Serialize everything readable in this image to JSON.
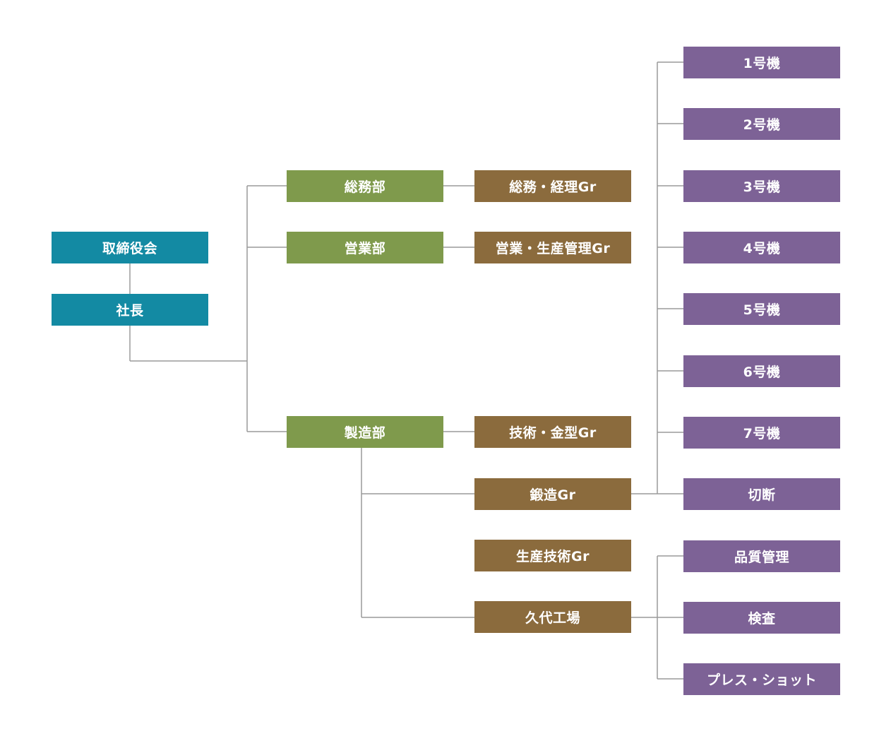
{
  "colors": {
    "executive": "#138aa3",
    "department": "#7f9a4c",
    "group": "#8b6b3d",
    "unit": "#7d6296",
    "connector": "#9a9a9a"
  },
  "executive": {
    "board": "取締役会",
    "president": "社長"
  },
  "departments": {
    "general_affairs": "総務部",
    "sales": "営業部",
    "manufacturing": "製造部"
  },
  "groups": {
    "general_accounting": "総務・経理Gr",
    "sales_production_control": "営業・生産管理Gr",
    "tech_mold": "技術・金型Gr",
    "forging": "鍛造Gr",
    "production_engineering": "生産技術Gr",
    "kushiro_factory": "久代工場"
  },
  "forging_units": [
    "1号機",
    "2号機",
    "3号機",
    "4号機",
    "5号機",
    "6号機",
    "7号機",
    "切断"
  ],
  "factory_units": [
    "品質管理",
    "検査",
    "プレス・ショット"
  ]
}
